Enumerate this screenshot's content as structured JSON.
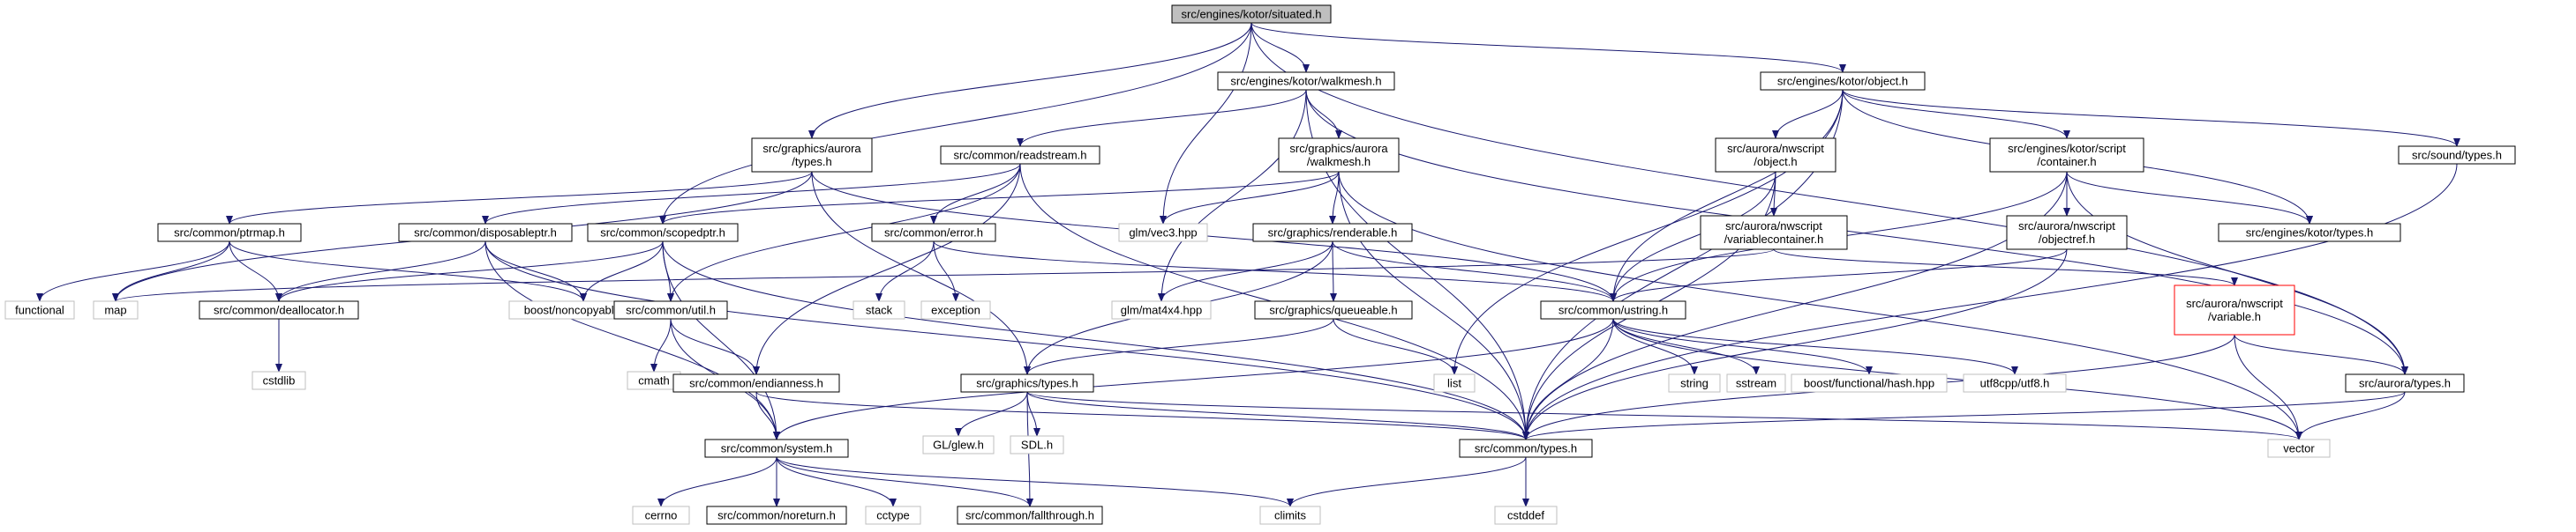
{
  "colors": {
    "edge": "#191970",
    "border_default": "#000000",
    "border_external": "#bfbfbf",
    "border_truncated": "#ff0000",
    "fill_default": "#ffffff",
    "fill_root": "#bfbfbf"
  },
  "diagram": {
    "nodes": [
      {
        "id": "situated",
        "lines": [
          "src/engines/kotor/situated.h"
        ],
        "kind": "root"
      },
      {
        "id": "gfx_aurora_types",
        "lines": [
          "src/graphics/aurora",
          "/types.h"
        ],
        "kind": "file"
      },
      {
        "id": "walkmesh_kotor",
        "lines": [
          "src/engines/kotor/walkmesh.h"
        ],
        "kind": "file"
      },
      {
        "id": "kotor_object",
        "lines": [
          "src/engines/kotor/object.h"
        ],
        "kind": "file"
      },
      {
        "id": "readstream",
        "lines": [
          "src/common/readstream.h"
        ],
        "kind": "file"
      },
      {
        "id": "gfx_walkmesh",
        "lines": [
          "src/graphics/aurora",
          "/walkmesh.h"
        ],
        "kind": "file"
      },
      {
        "id": "nwscript_object",
        "lines": [
          "src/aurora/nwscript",
          "/object.h"
        ],
        "kind": "file"
      },
      {
        "id": "kotor_container",
        "lines": [
          "src/engines/kotor/script",
          "/container.h"
        ],
        "kind": "file"
      },
      {
        "id": "sound_types",
        "lines": [
          "src/sound/types.h"
        ],
        "kind": "file"
      },
      {
        "id": "ptrmap",
        "lines": [
          "src/common/ptrmap.h"
        ],
        "kind": "file"
      },
      {
        "id": "disposableptr",
        "lines": [
          "src/common/disposableptr.h"
        ],
        "kind": "file"
      },
      {
        "id": "scopedptr",
        "lines": [
          "src/common/scopedptr.h"
        ],
        "kind": "file"
      },
      {
        "id": "error",
        "lines": [
          "src/common/error.h"
        ],
        "kind": "file"
      },
      {
        "id": "glm_vec3",
        "lines": [
          "glm/vec3.hpp"
        ],
        "kind": "external"
      },
      {
        "id": "renderable",
        "lines": [
          "src/graphics/renderable.h"
        ],
        "kind": "file"
      },
      {
        "id": "variablecontainer",
        "lines": [
          "src/aurora/nwscript",
          "/variablecontainer.h"
        ],
        "kind": "file"
      },
      {
        "id": "objectref",
        "lines": [
          "src/aurora/nwscript",
          "/objectref.h"
        ],
        "kind": "file"
      },
      {
        "id": "kotor_types",
        "lines": [
          "src/engines/kotor/types.h"
        ],
        "kind": "file"
      },
      {
        "id": "functional",
        "lines": [
          "functional"
        ],
        "kind": "external"
      },
      {
        "id": "map",
        "lines": [
          "map"
        ],
        "kind": "external"
      },
      {
        "id": "deallocator",
        "lines": [
          "src/common/deallocator.h"
        ],
        "kind": "file"
      },
      {
        "id": "noncopyable",
        "lines": [
          "boost/noncopyable.hpp"
        ],
        "kind": "external"
      },
      {
        "id": "util",
        "lines": [
          "src/common/util.h"
        ],
        "kind": "file"
      },
      {
        "id": "stack",
        "lines": [
          "stack"
        ],
        "kind": "external"
      },
      {
        "id": "exception",
        "lines": [
          "exception"
        ],
        "kind": "external"
      },
      {
        "id": "glm_mat4",
        "lines": [
          "glm/mat4x4.hpp"
        ],
        "kind": "external"
      },
      {
        "id": "queueable",
        "lines": [
          "src/graphics/queueable.h"
        ],
        "kind": "file"
      },
      {
        "id": "ustring",
        "lines": [
          "src/common/ustring.h"
        ],
        "kind": "file"
      },
      {
        "id": "nwscript_variable",
        "lines": [
          "src/aurora/nwscript",
          "/variable.h"
        ],
        "kind": "truncated"
      },
      {
        "id": "cstdlib",
        "lines": [
          "cstdlib"
        ],
        "kind": "external"
      },
      {
        "id": "cmath",
        "lines": [
          "cmath"
        ],
        "kind": "external"
      },
      {
        "id": "endianness",
        "lines": [
          "src/common/endianness.h"
        ],
        "kind": "file"
      },
      {
        "id": "graphics_types",
        "lines": [
          "src/graphics/types.h"
        ],
        "kind": "file"
      },
      {
        "id": "list",
        "lines": [
          "list"
        ],
        "kind": "external"
      },
      {
        "id": "string",
        "lines": [
          "string"
        ],
        "kind": "external"
      },
      {
        "id": "sstream",
        "lines": [
          "sstream"
        ],
        "kind": "external"
      },
      {
        "id": "boost_hash",
        "lines": [
          "boost/functional/hash.hpp"
        ],
        "kind": "external"
      },
      {
        "id": "utf8",
        "lines": [
          "utf8cpp/utf8.h"
        ],
        "kind": "external"
      },
      {
        "id": "aurora_types",
        "lines": [
          "src/aurora/types.h"
        ],
        "kind": "file"
      },
      {
        "id": "gl_glew",
        "lines": [
          "GL/glew.h"
        ],
        "kind": "external"
      },
      {
        "id": "sdl",
        "lines": [
          "SDL.h"
        ],
        "kind": "external"
      },
      {
        "id": "system",
        "lines": [
          "src/common/system.h"
        ],
        "kind": "file"
      },
      {
        "id": "common_types",
        "lines": [
          "src/common/types.h"
        ],
        "kind": "file"
      },
      {
        "id": "vector",
        "lines": [
          "vector"
        ],
        "kind": "external"
      },
      {
        "id": "cerrno",
        "lines": [
          "cerrno"
        ],
        "kind": "external"
      },
      {
        "id": "noreturn",
        "lines": [
          "src/common/noreturn.h"
        ],
        "kind": "file"
      },
      {
        "id": "cctype",
        "lines": [
          "cctype"
        ],
        "kind": "external"
      },
      {
        "id": "fallthrough",
        "lines": [
          "src/common/fallthrough.h"
        ],
        "kind": "file"
      },
      {
        "id": "climits",
        "lines": [
          "climits"
        ],
        "kind": "external"
      },
      {
        "id": "cstddef",
        "lines": [
          "cstddef"
        ],
        "kind": "external"
      }
    ],
    "edges": [
      [
        "situated",
        "gfx_aurora_types"
      ],
      [
        "situated",
        "walkmesh_kotor"
      ],
      [
        "situated",
        "kotor_object"
      ],
      [
        "situated",
        "scopedptr"
      ],
      [
        "situated",
        "glm_vec3"
      ],
      [
        "situated",
        "aurora_types"
      ],
      [
        "gfx_aurora_types",
        "ptrmap"
      ],
      [
        "gfx_aurora_types",
        "map"
      ],
      [
        "gfx_aurora_types",
        "graphics_types"
      ],
      [
        "gfx_aurora_types",
        "ustring"
      ],
      [
        "walkmesh_kotor",
        "readstream"
      ],
      [
        "walkmesh_kotor",
        "gfx_walkmesh"
      ],
      [
        "walkmesh_kotor",
        "glm_mat4"
      ],
      [
        "walkmesh_kotor",
        "common_types"
      ],
      [
        "walkmesh_kotor",
        "aurora_types"
      ],
      [
        "kotor_object",
        "nwscript_object"
      ],
      [
        "kotor_object",
        "kotor_container"
      ],
      [
        "kotor_object",
        "sound_types"
      ],
      [
        "kotor_object",
        "kotor_types"
      ],
      [
        "kotor_object",
        "list"
      ],
      [
        "kotor_object",
        "ustring"
      ],
      [
        "kotor_object",
        "common_types"
      ],
      [
        "readstream",
        "disposableptr"
      ],
      [
        "readstream",
        "error"
      ],
      [
        "readstream",
        "util"
      ],
      [
        "readstream",
        "endianness"
      ],
      [
        "readstream",
        "common_types"
      ],
      [
        "gfx_walkmesh",
        "scopedptr"
      ],
      [
        "gfx_walkmesh",
        "glm_vec3"
      ],
      [
        "gfx_walkmesh",
        "renderable"
      ],
      [
        "gfx_walkmesh",
        "common_types"
      ],
      [
        "gfx_walkmesh",
        "vector"
      ],
      [
        "nwscript_object",
        "variablecontainer"
      ],
      [
        "nwscript_object",
        "ustring"
      ],
      [
        "nwscript_object",
        "common_types"
      ],
      [
        "kotor_container",
        "objectref"
      ],
      [
        "kotor_container",
        "kotor_types"
      ],
      [
        "kotor_container",
        "ustring"
      ],
      [
        "kotor_container",
        "aurora_types"
      ],
      [
        "kotor_container",
        "common_types"
      ],
      [
        "sound_types",
        "common_types"
      ],
      [
        "ptrmap",
        "functional"
      ],
      [
        "ptrmap",
        "map"
      ],
      [
        "ptrmap",
        "deallocator"
      ],
      [
        "ptrmap",
        "noncopyable"
      ],
      [
        "disposableptr",
        "deallocator"
      ],
      [
        "disposableptr",
        "noncopyable"
      ],
      [
        "disposableptr",
        "system"
      ],
      [
        "disposableptr",
        "common_types"
      ],
      [
        "scopedptr",
        "deallocator"
      ],
      [
        "scopedptr",
        "noncopyable"
      ],
      [
        "scopedptr",
        "util"
      ],
      [
        "scopedptr",
        "system"
      ],
      [
        "scopedptr",
        "common_types"
      ],
      [
        "error",
        "stack"
      ],
      [
        "error",
        "exception"
      ],
      [
        "error",
        "ustring"
      ],
      [
        "renderable",
        "glm_mat4"
      ],
      [
        "renderable",
        "queueable"
      ],
      [
        "renderable",
        "graphics_types"
      ],
      [
        "renderable",
        "ustring"
      ],
      [
        "variablecontainer",
        "map"
      ],
      [
        "variablecontainer",
        "nwscript_variable"
      ],
      [
        "objectref",
        "ustring"
      ],
      [
        "objectref",
        "common_types"
      ],
      [
        "deallocator",
        "cstdlib"
      ],
      [
        "util",
        "cmath"
      ],
      [
        "util",
        "endianness"
      ],
      [
        "util",
        "system"
      ],
      [
        "queueable",
        "list"
      ],
      [
        "queueable",
        "graphics_types"
      ],
      [
        "ustring",
        "string"
      ],
      [
        "ustring",
        "sstream"
      ],
      [
        "ustring",
        "boost_hash"
      ],
      [
        "ustring",
        "utf8"
      ],
      [
        "ustring",
        "system"
      ],
      [
        "ustring",
        "common_types"
      ],
      [
        "ustring",
        "vector"
      ],
      [
        "nwscript_variable",
        "aurora_types"
      ],
      [
        "nwscript_variable",
        "common_types"
      ],
      [
        "nwscript_variable",
        "vector"
      ],
      [
        "endianness",
        "system"
      ],
      [
        "endianness",
        "common_types"
      ],
      [
        "graphics_types",
        "gl_glew"
      ],
      [
        "graphics_types",
        "sdl"
      ],
      [
        "graphics_types",
        "fallthrough"
      ],
      [
        "graphics_types",
        "common_types"
      ],
      [
        "graphics_types",
        "vector"
      ],
      [
        "aurora_types",
        "common_types"
      ],
      [
        "aurora_types",
        "vector"
      ],
      [
        "system",
        "cerrno"
      ],
      [
        "system",
        "noreturn"
      ],
      [
        "system",
        "cctype"
      ],
      [
        "system",
        "fallthrough"
      ],
      [
        "system",
        "climits"
      ],
      [
        "common_types",
        "climits"
      ],
      [
        "common_types",
        "cstddef"
      ]
    ]
  }
}
